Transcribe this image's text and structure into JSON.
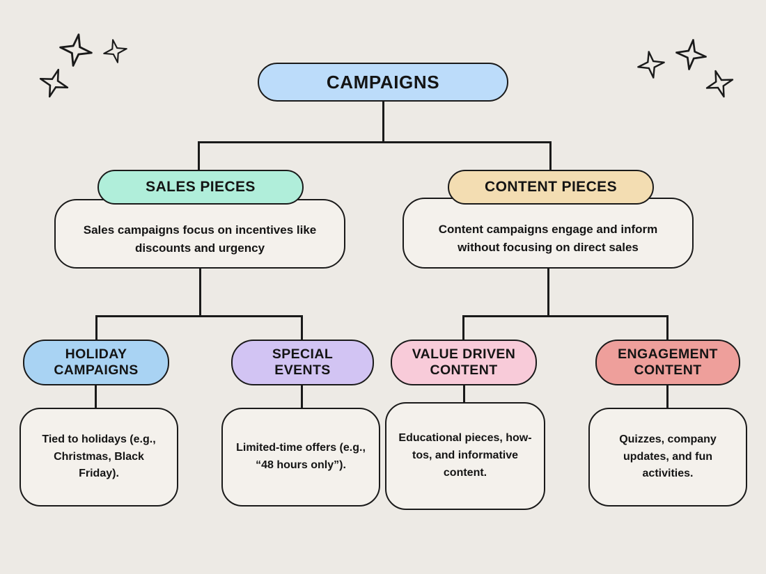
{
  "palette": {
    "background": "#edeae5",
    "box_fill": "#f4f1ec",
    "outline": "#1a1a1a",
    "campaigns": "#bcdcfa",
    "sales": "#b0eeda",
    "content": "#f3ddb2",
    "holiday": "#a9d3f3",
    "special": "#d2c4f3",
    "value": "#f8cbd9",
    "engagement": "#ee9f9b"
  },
  "nodes": {
    "campaigns": {
      "label": "CAMPAIGNS"
    },
    "sales": {
      "label": "SALES PIECES",
      "desc": "Sales campaigns focus on incentives like discounts and urgency"
    },
    "content": {
      "label": "CONTENT PIECES",
      "desc": "Content campaigns engage and inform without focusing on direct sales"
    },
    "holiday": {
      "label": "HOLIDAY CAMPAIGNS",
      "desc": "Tied to holidays (e.g., Christmas, Black Friday)."
    },
    "special": {
      "label": "SPECIAL EVENTS",
      "desc": "Limited-time offers (e.g., “48 hours only”)."
    },
    "value": {
      "label": "VALUE DRIVEN CONTENT",
      "desc": "Educational pieces, how-tos, and informative content."
    },
    "engagement": {
      "label": "ENGAGEMENT CONTENT",
      "desc": "Quizzes, company updates, and fun activities."
    }
  }
}
